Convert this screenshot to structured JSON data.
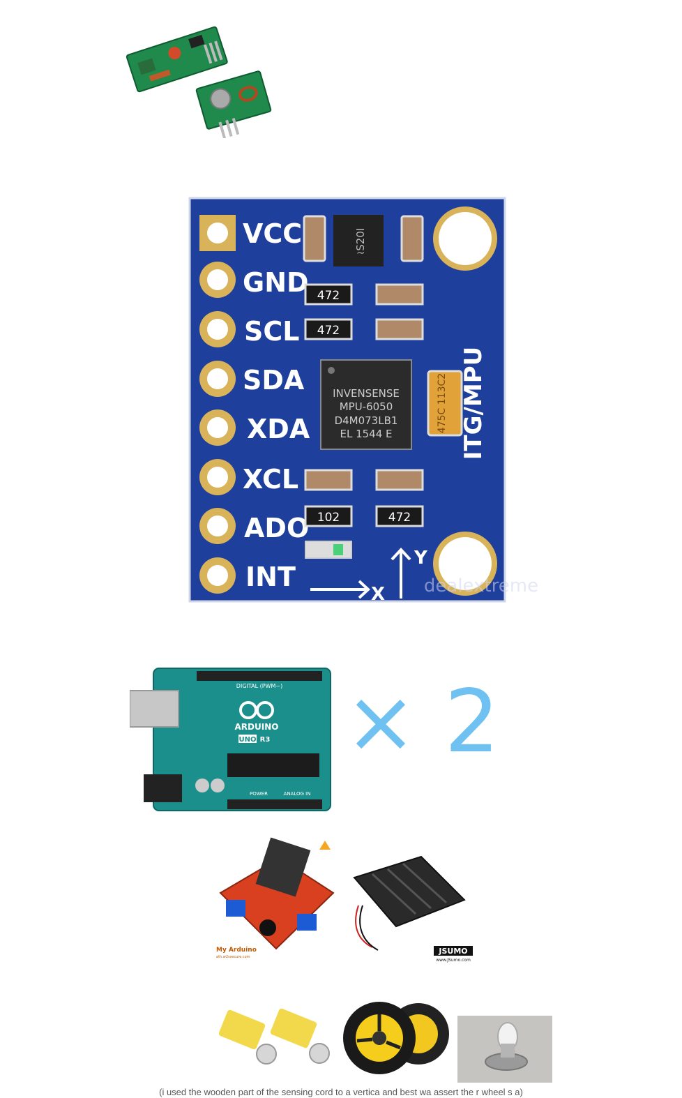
{
  "mpu_board": {
    "pin_labels": [
      "VCC",
      "GND",
      "SCL",
      "SDA",
      "XDA",
      "XCL",
      "ADO",
      "INT"
    ],
    "side_label": "ITG/MPU",
    "chip_lines": [
      "INVENSENSE",
      "MPU-6050",
      "D4M073LB1",
      "EL 1544 E"
    ],
    "regulator_mark": "≀S20I",
    "resistor_marks": [
      "472",
      "472",
      "102",
      "472"
    ],
    "tantalum_mark": "475C 113C2",
    "axis_x": "X",
    "axis_y": "Y",
    "watermark": "dealextreme"
  },
  "arduino": {
    "brand": "ARDUINO",
    "model": "UNO",
    "rev": "R3",
    "header_digital": "DIGITAL (PWM~)",
    "header_power": "POWER",
    "header_analog": "ANALOG IN",
    "quantity_note": "× 2"
  },
  "driver": {
    "logo_text": "My Arduino",
    "logo_sub": "ath.w2ssecure.com"
  },
  "battery": {
    "logo_text": "JSUMO",
    "logo_sub": "www.JSumo.com"
  },
  "caption": "(i used the wooden part of the sensing cord to a vertica and best wa assert the r wheel s a)"
}
